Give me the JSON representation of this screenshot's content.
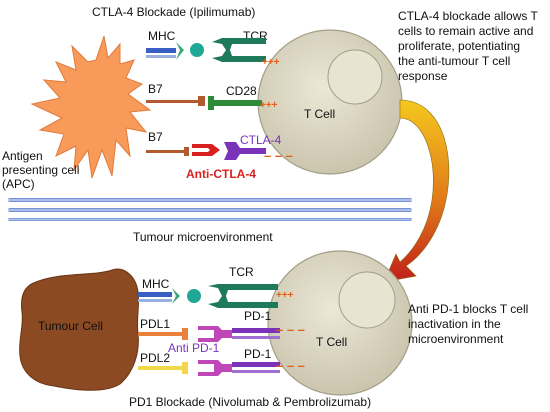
{
  "top": {
    "title": "CTLA-4 Blockade (Ipilimumab)",
    "mhc": "MHC",
    "tcr": "TCR",
    "b7_a": "B7",
    "cd28": "CD28",
    "b7_b": "B7",
    "ctla4": "CTLA-4",
    "anti_ctla4": "Anti-CTLA-4",
    "apc_lines": [
      "Antigen",
      "presenting cell",
      "(APC)"
    ],
    "tcell": "T Cell",
    "plus": "+++",
    "minus": "– – –",
    "note_lines": [
      "CTLA-4 blockade allows T",
      "cells to remain active and",
      "proliferate, potentiating",
      "the anti-tumour T cell",
      "response"
    ]
  },
  "middle": {
    "label": "Tumour microenvironment"
  },
  "bottom": {
    "title": "PD1 Blockade (Nivolumab & Pembrolizumab)",
    "tumour": "Tumour Cell",
    "mhc": "MHC",
    "tcr": "TCR",
    "pdl1": "PDL1",
    "pd1_a": "PD-1",
    "anti_pd1": "Anti PD-1",
    "pdl2": "PDL2",
    "pd1_b": "PD-1",
    "tcell": "T Cell",
    "plus": "+++",
    "minus": "– – –",
    "note_lines": [
      "Anti PD-1 blocks T cell",
      "inactivation in the",
      "microenvironment"
    ]
  },
  "colors": {
    "apc": "#f79a5a",
    "tumour": "#8b4a22",
    "tcell_fill": "#d9d4c0",
    "mhc": "#3a5fc4",
    "tcr": "#1f7a5c",
    "b7": "#b05a2e",
    "cd28": "#2e8b3a",
    "ctla4": "#7a33b8",
    "anti": "#d8211e",
    "pdl1": "#e8823a",
    "pdl2": "#f0d84a",
    "pd1": "#c047b8",
    "arrow_top": "#f2c020",
    "arrow_bottom": "#c0201a"
  }
}
